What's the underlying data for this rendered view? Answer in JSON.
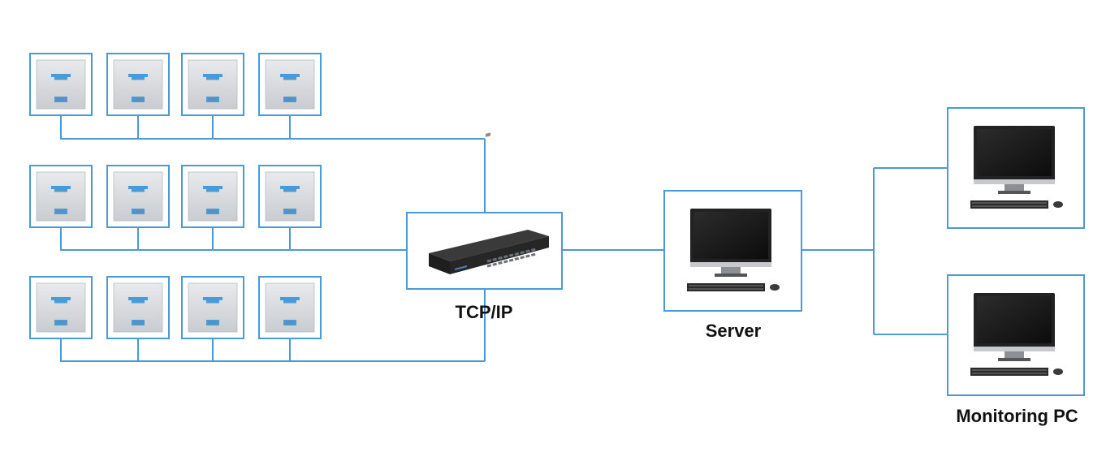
{
  "labels": {
    "switch": "TCP/IP",
    "server": "Server",
    "monitoring": "Monitoring PC"
  },
  "colors": {
    "frame": "#4a9ad6",
    "line": "#4a9ad6",
    "device_panel": "#d9dbdd",
    "screen": "#1a1a1a",
    "label_text": "#111111"
  },
  "icons": {
    "controller": "wall-panel-icon",
    "switch": "network-switch-icon",
    "computer": "desktop-computer-icon"
  },
  "controller_grid": {
    "rows": 3,
    "columns": 4
  },
  "monitoring_pc_count": 2
}
